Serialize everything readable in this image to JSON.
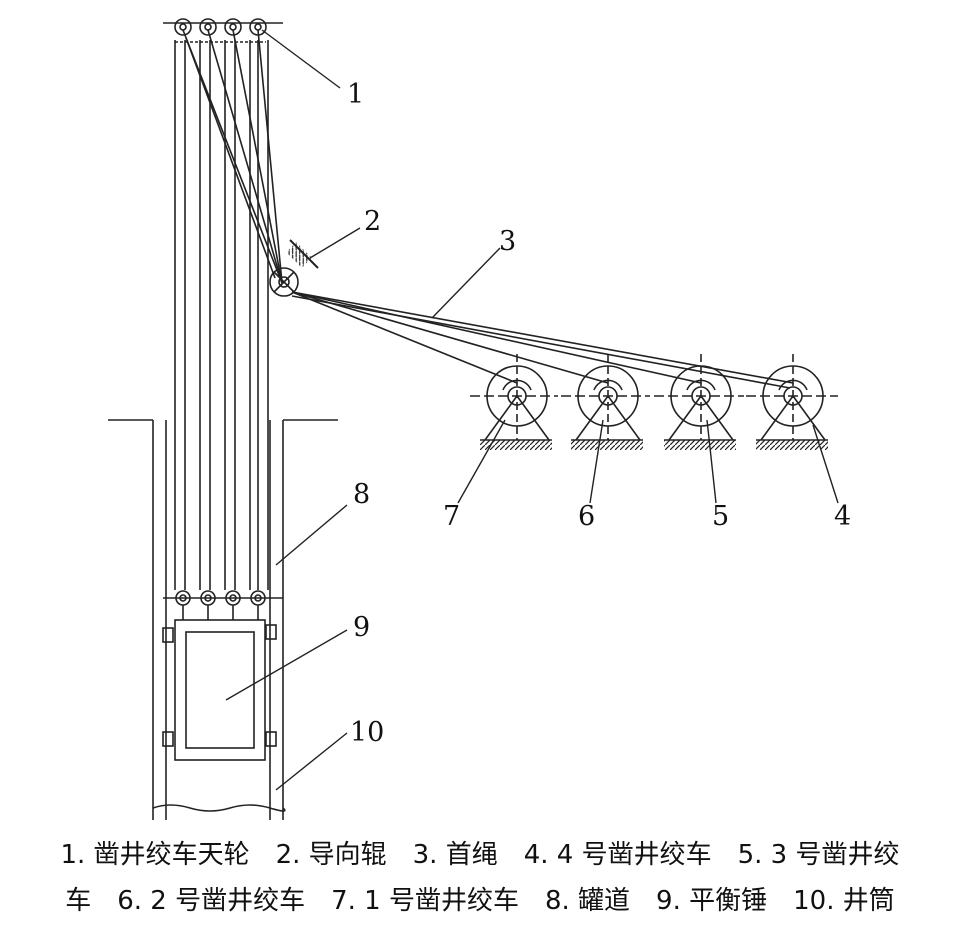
{
  "callouts": [
    "1",
    "2",
    "3",
    "4",
    "5",
    "6",
    "7",
    "8",
    "9",
    "10"
  ],
  "caption": {
    "line1": "1. 凿井绞车天轮　2. 导向辊　3. 首绳　4. 4 号凿井绞车　5. 3 号凿井绞",
    "line2": "车　6. 2 号凿井绞车　7. 1 号凿井绞车　8. 罐道　9. 平衡锤　10. 井筒"
  }
}
